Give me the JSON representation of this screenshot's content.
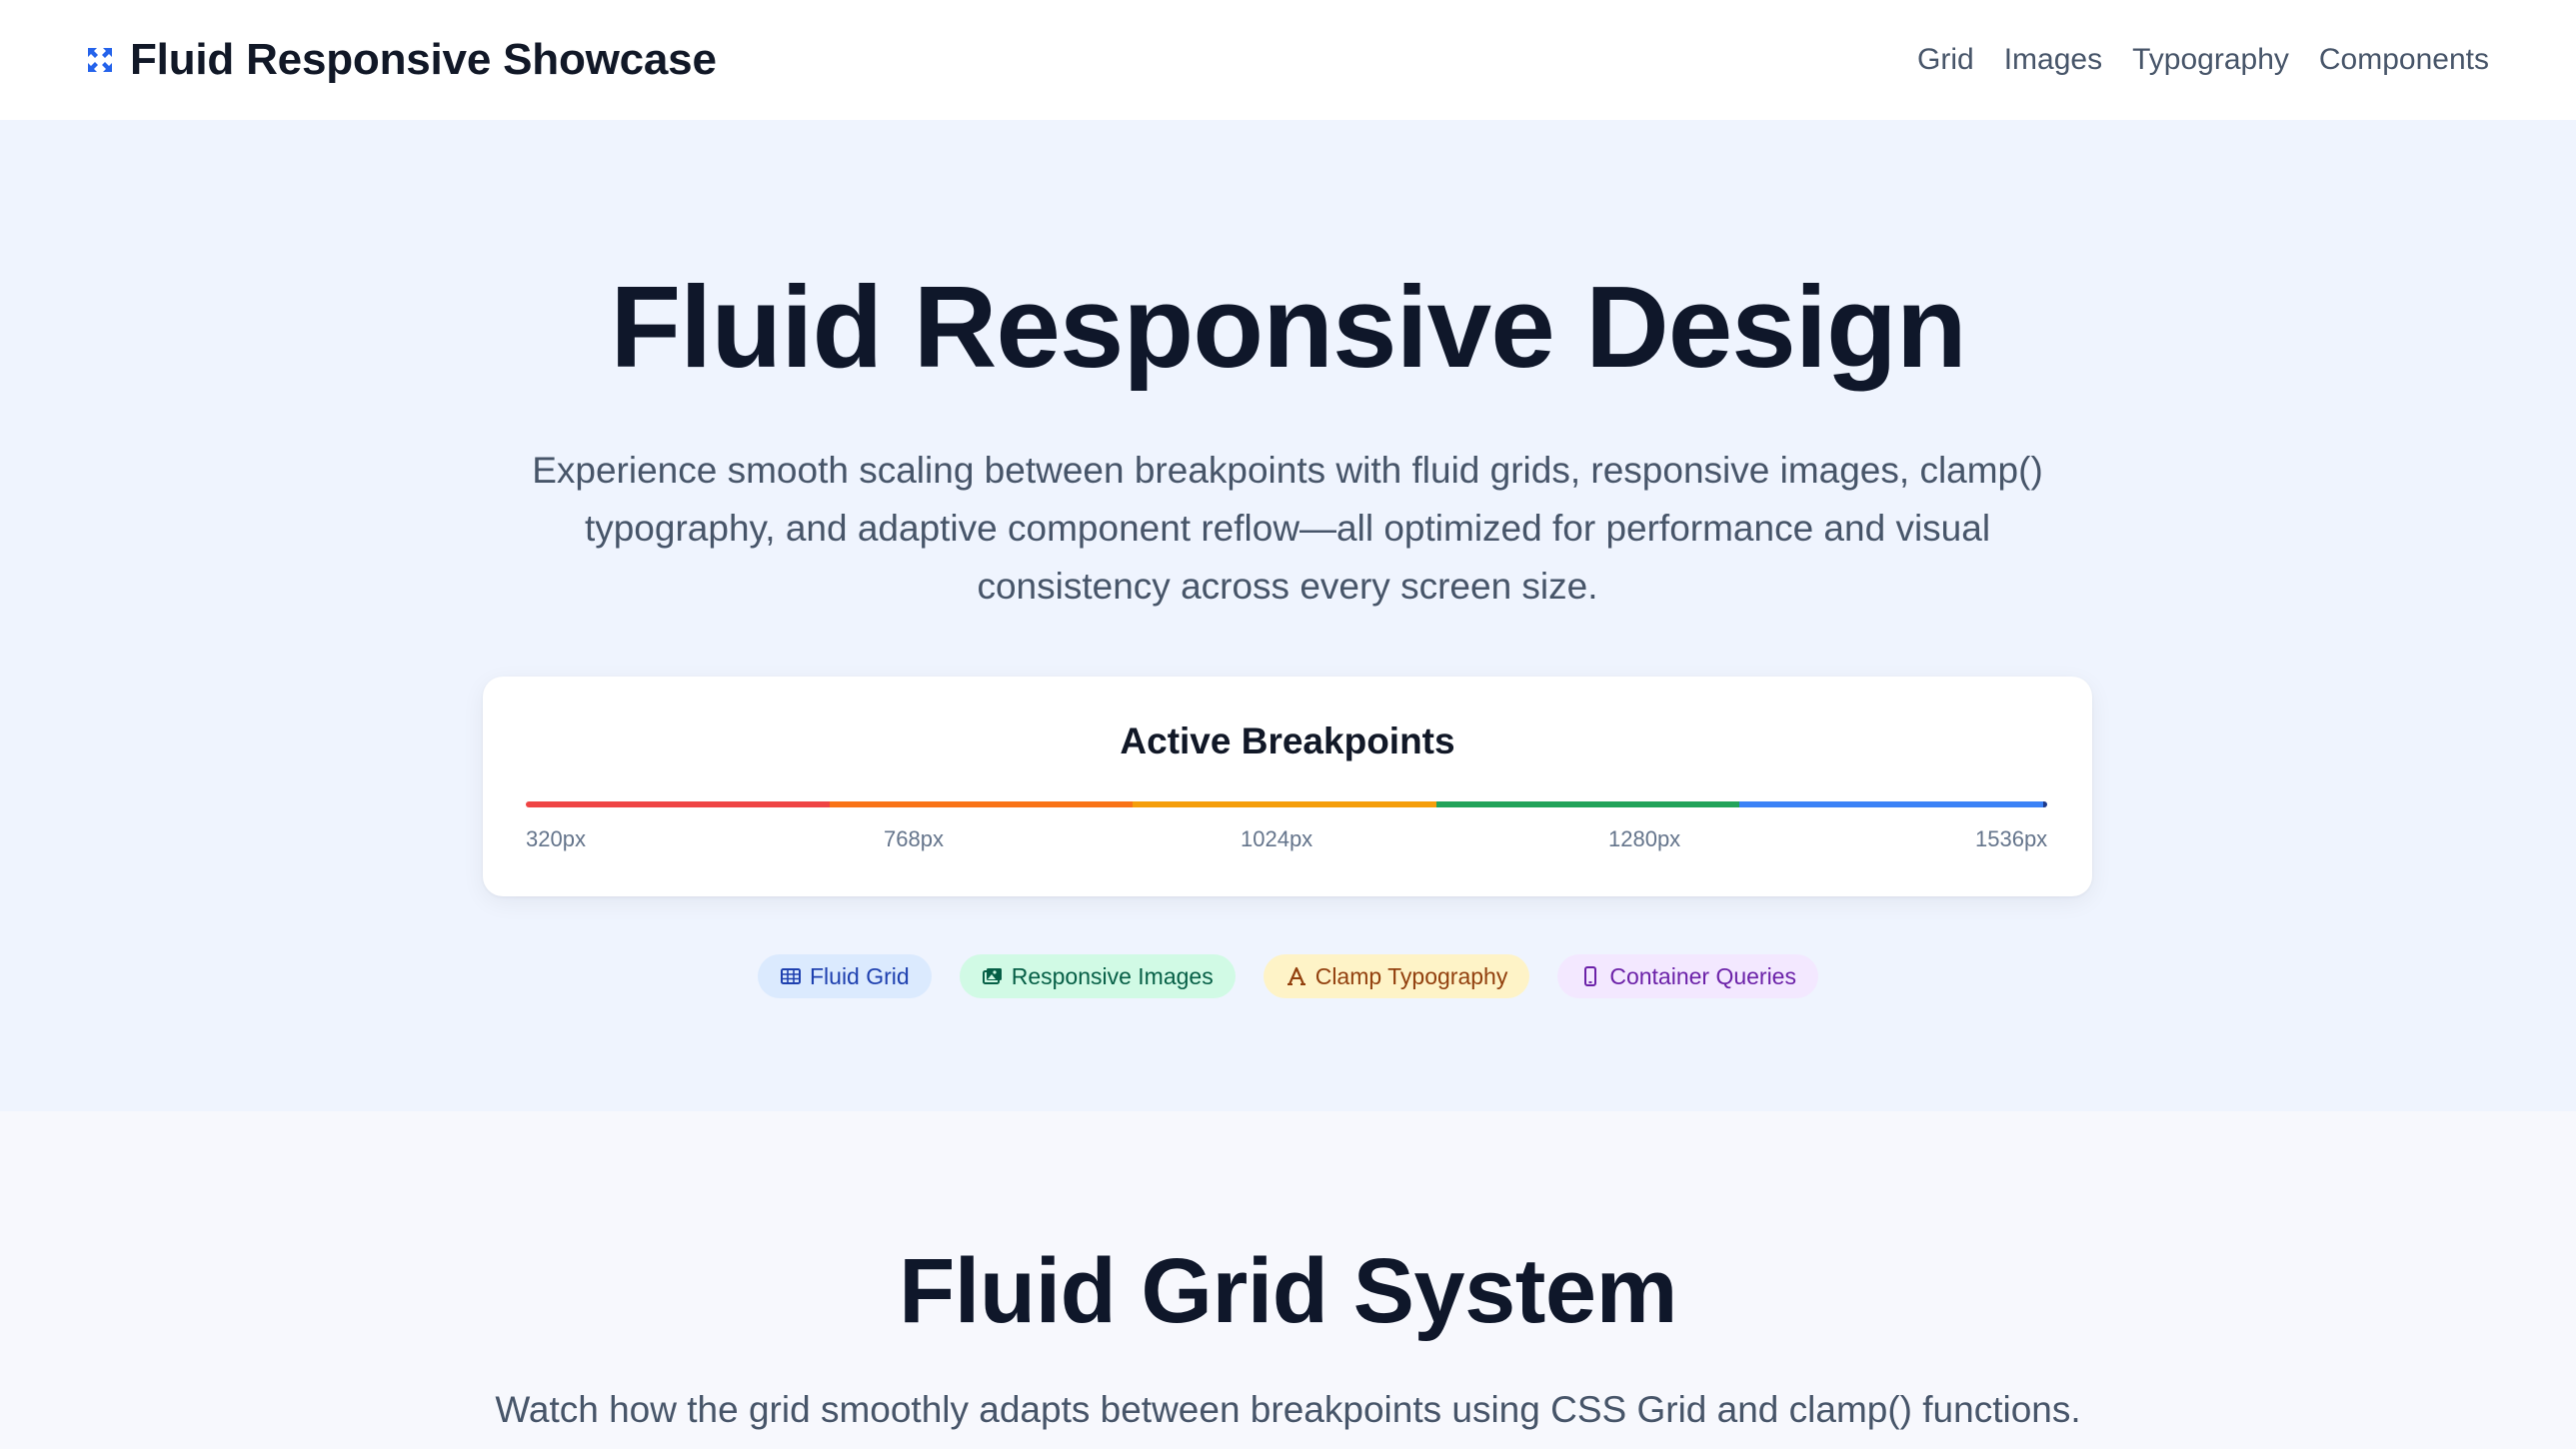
{
  "header": {
    "brand": "Fluid Responsive Showcase",
    "brand_icon": "arrows-expand-icon",
    "nav": [
      "Grid",
      "Images",
      "Typography",
      "Components"
    ]
  },
  "hero": {
    "title": "Fluid Responsive Design",
    "subtitle": "Experience smooth scaling between breakpoints with fluid grids, responsive images, clamp() typography, and adaptive component reflow—all optimized for performance and visual consistency across every screen size."
  },
  "breakpoints": {
    "title": "Active Breakpoints",
    "labels": [
      "320px",
      "768px",
      "1024px",
      "1280px",
      "1536px"
    ],
    "segment_colors": [
      "#ef4444",
      "#f97316",
      "#f59e0b",
      "#22a35a",
      "#3b82f6"
    ]
  },
  "features": [
    {
      "label": "Fluid Grid",
      "icon": "table-grid-icon",
      "bg": "#dbeafe",
      "fg": "#1e40af"
    },
    {
      "label": "Responsive Images",
      "icon": "images-icon",
      "bg": "#d1fae5",
      "fg": "#065f46"
    },
    {
      "label": "Clamp Typography",
      "icon": "font-icon",
      "bg": "#fef3c7",
      "fg": "#92400e"
    },
    {
      "label": "Container Queries",
      "icon": "mobile-icon",
      "bg": "#f3e8ff",
      "fg": "#6b21a8"
    }
  ],
  "grid_section": {
    "title": "Fluid Grid System",
    "subtitle": "Watch how the grid smoothly adapts between breakpoints using CSS Grid and clamp() functions."
  }
}
